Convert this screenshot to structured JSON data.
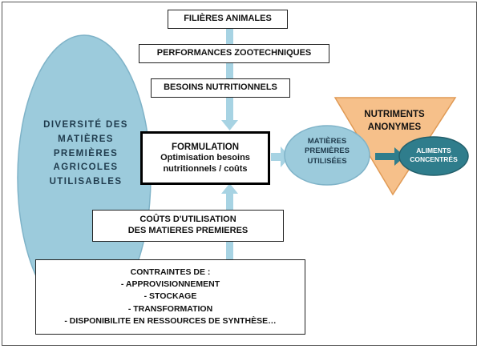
{
  "colors": {
    "ellipse_fill": "#9ccbdc",
    "ellipse_stroke": "#7fb3c8",
    "arrow": "#a7d3e3",
    "triangle_fill": "#f6c08a",
    "triangle_stroke": "#e09a55",
    "teal_fill": "#2f7d8c",
    "teal_stroke": "#225f6b",
    "text_dark": "#111111",
    "text_ellipse": "#1f3b4d",
    "text_white": "#ffffff"
  },
  "top_boxes": [
    {
      "id": "filieres",
      "label": "FILIÈRES ANIMALES"
    },
    {
      "id": "performances",
      "label": "PERFORMANCES ZOOTECHNIQUES"
    },
    {
      "id": "besoins",
      "label": "BESOINS NUTRITIONNELS"
    }
  ],
  "diversity": {
    "lines": [
      "DIVERSITÉ DES",
      "MATIÈRES",
      "PREMIÈRES",
      "AGRICOLES",
      "UTILISABLES"
    ]
  },
  "formulation": {
    "title": "FORMULATION",
    "subtitle_line1": "Optimisation besoins",
    "subtitle_line2": "nutritionnels / coûts"
  },
  "couts": {
    "line1": "COÛTS D'UTILISATION",
    "line2": "DES MATIERES PREMIERES"
  },
  "contraintes": {
    "title": "CONTRAINTES DE :",
    "items": [
      "-     APPROVISIONNEMENT",
      "-     STOCKAGE",
      "-     TRANSFORMATION",
      "-     DISPONIBILITE EN RESSOURCES DE SYNTHÈSE…"
    ]
  },
  "matieres_utilisees": {
    "lines": [
      "MATIÈRES",
      "PREMIÈRES",
      "UTILISÉES"
    ]
  },
  "nutriments": {
    "line1": "NUTRIMENTS",
    "line2": "ANONYMES"
  },
  "aliments": {
    "line1": "ALIMENTS",
    "line2": "CONCENTRÉS"
  }
}
